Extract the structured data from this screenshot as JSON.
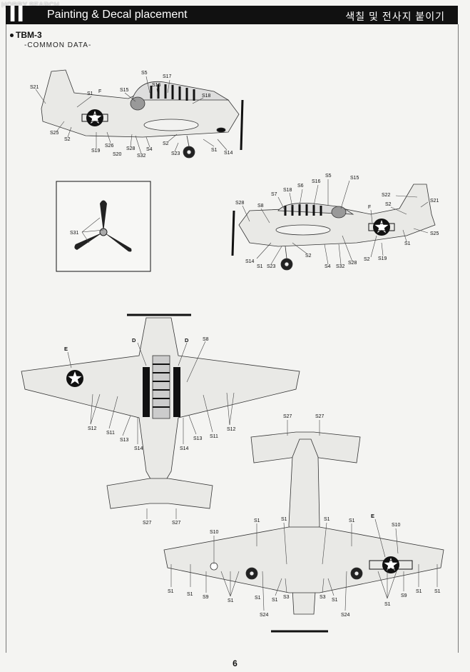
{
  "watermark": "HOBBY SEARCH",
  "header": {
    "section_number": "II",
    "title_en": "Painting & Decal placement",
    "title_ko": "색칠 및 전사지 붙이기"
  },
  "aircraft": "TBM-3",
  "subtitle": "-COMMON DATA-",
  "page_number": "6",
  "view1_labels": [
    "S21",
    "S1",
    "F",
    "S15",
    "S5",
    "S16",
    "S17",
    "S18",
    "S25",
    "S2",
    "S19",
    "S26",
    "S20",
    "S28",
    "S32",
    "S4",
    "S2",
    "S23",
    "S1",
    "S14"
  ],
  "view2_labels": [
    "S28",
    "S8",
    "S7",
    "S18",
    "S6",
    "S16",
    "S5",
    "S15",
    "S22",
    "S21",
    "F",
    "S2",
    "S25",
    "S1",
    "S14",
    "S1",
    "S23",
    "S2",
    "S4",
    "S32",
    "S28",
    "S2",
    "S19"
  ],
  "inset_labels": [
    "S31"
  ],
  "top_view_labels": [
    "D",
    "D",
    "S8",
    "E",
    "S12",
    "S11",
    "S13",
    "S14",
    "S14",
    "S13",
    "S11",
    "S12",
    "S27",
    "S27"
  ],
  "bottom_view_labels": [
    "S27",
    "S27",
    "S1",
    "S1",
    "S1",
    "S1",
    "S10",
    "E",
    "S10",
    "S1",
    "S1",
    "S9",
    "S1",
    "S1",
    "S3",
    "S1",
    "S3",
    "S1",
    "S9",
    "S1",
    "S1",
    "S24",
    "S24",
    "S1"
  ]
}
